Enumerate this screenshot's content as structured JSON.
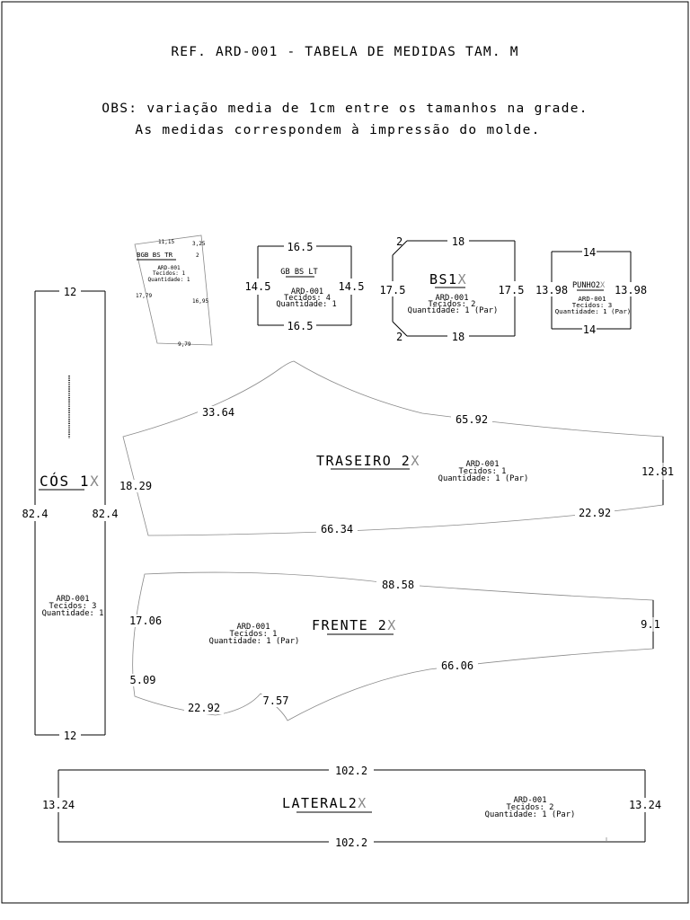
{
  "header": {
    "title": "REF. ARD-001 - TABELA DE MEDIDAS TAM. M",
    "obs_line1": "OBS: variação media de 1cm entre os tamanhos na grade.",
    "obs_line2": "As medidas correspondem à impressão do molde."
  },
  "pieces": {
    "bgb": {
      "name": "BGB BS TR",
      "ref": "ARD-001",
      "tecidos": "Tecidos: 1",
      "quantidade": "Quantidade: 1",
      "dims": {
        "top": "11,15",
        "top_right": "3,25",
        "left": "17,79",
        "right": "16,95",
        "bottom": "9,79",
        "mark": "2"
      }
    },
    "gb": {
      "name": "GB BS LT",
      "ref": "ARD-001",
      "tecidos": "Tecidos: 4",
      "quantidade": "Quantidade: 1",
      "dims": {
        "top": "16.5",
        "bottom": "16.5",
        "left": "14.5",
        "right": "14.5"
      }
    },
    "bs": {
      "name": "BS1",
      "mult": "X",
      "ref": "ARD-001",
      "tecidos": "Tecidos: 2",
      "quantidade": "Quantidade: 1 (Par)",
      "dims": {
        "top": "18",
        "bottom": "18",
        "left": "17.5",
        "right": "17.5",
        "corner_tl": "2",
        "corner_bl": "2"
      }
    },
    "punho": {
      "name": "PUNHO2",
      "mult": "X",
      "ref": "ARD-001",
      "tecidos": "Tecidos: 3",
      "quantidade": "Quantidade: 1 (Par)",
      "dims": {
        "top": "14",
        "bottom": "14",
        "left": "13.98",
        "right": "13.98"
      }
    },
    "cos": {
      "name": "CÓS 1",
      "mult": "X",
      "ref": "ARD-001",
      "tecidos": "Tecidos: 3",
      "quantidade": "Quantidade: 1",
      "dims": {
        "top": "12",
        "bottom": "12",
        "left": "82.4",
        "right": "82.4"
      }
    },
    "traseiro": {
      "name": "TRASEIRO 2",
      "mult": "X",
      "ref": "ARD-001",
      "tecidos": "Tecidos: 1",
      "quantidade": "Quantidade: 1 (Par)",
      "dims": {
        "top_left": "33.64",
        "top_right": "65.92",
        "right": "12.81",
        "bottom_right": "22.92",
        "bottom": "66.34",
        "left": "18.29"
      }
    },
    "frente": {
      "name": "FRENTE 2",
      "mult": "X",
      "ref": "ARD-001",
      "tecidos": "Tecidos: 1",
      "quantidade": "Quantidade: 1 (Par)",
      "dims": {
        "top": "88.58",
        "right": "9.1",
        "bottom": "66.06",
        "left": "17.06",
        "left_low": "5.09",
        "bottom_left": "22.92",
        "curve": "7.57"
      }
    },
    "lateral": {
      "name": "LATERAL2",
      "mult": "X",
      "ref": "ARD-001",
      "tecidos": "Tecidos: 2",
      "quantidade": "Quantidade: 1 (Par)",
      "dims": {
        "top": "102.2",
        "bottom": "102.2",
        "left": "13.24",
        "right": "13.24"
      }
    }
  }
}
